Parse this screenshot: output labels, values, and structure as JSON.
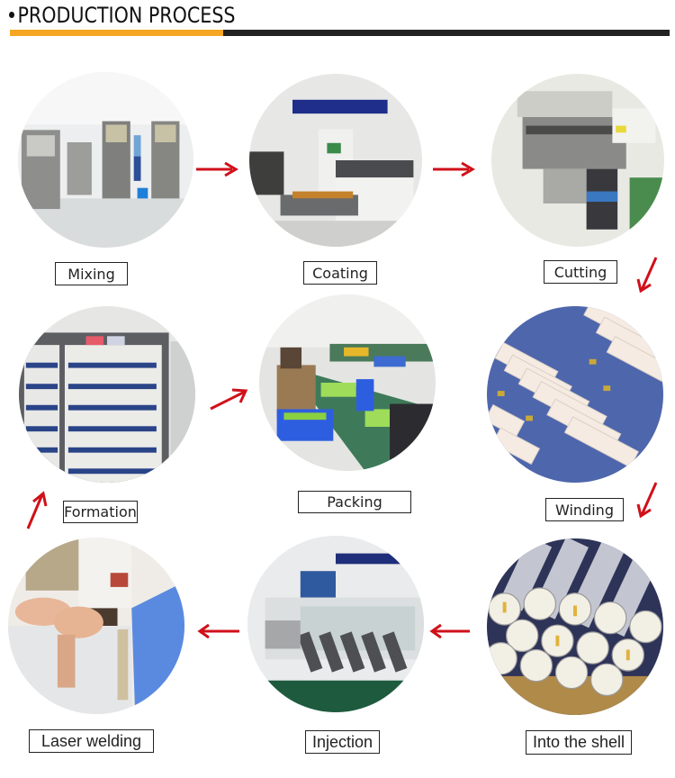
{
  "header": {
    "title": "PRODUCTION PROCESS",
    "bullet_icon": "bullet-dot-icon",
    "underline_colors": {
      "accent": "#f5a623",
      "dark": "#222222"
    }
  },
  "steps": [
    {
      "order": 1,
      "label": "Mixing",
      "image": "mixing-machines-photo"
    },
    {
      "order": 2,
      "label": "Coating",
      "image": "coating-line-photo"
    },
    {
      "order": 3,
      "label": "Cutting",
      "image": "cutting-machine-photo"
    },
    {
      "order": 4,
      "label": "Winding",
      "image": "wound-cells-photo"
    },
    {
      "order": 5,
      "label": "Packing",
      "image": "packing-line-photo"
    },
    {
      "order": 6,
      "label": "Formation",
      "image": "formation-cabinet-photo"
    },
    {
      "order": 7,
      "label": "Laser welding",
      "image": "laser-welding-photo"
    },
    {
      "order": 8,
      "label": "Injection",
      "image": "glovebox-injection-photo"
    },
    {
      "order": 9,
      "label": "Into the shell",
      "image": "cell-shells-photo"
    }
  ],
  "arrow_color": "#d0101a",
  "arrows": [
    {
      "from": "Mixing",
      "to": "Coating",
      "direction": "right"
    },
    {
      "from": "Coating",
      "to": "Cutting",
      "direction": "right"
    },
    {
      "from": "Cutting",
      "to": "Winding",
      "direction": "down-left"
    },
    {
      "from": "Winding",
      "to": "Into the shell",
      "direction": "down-left"
    },
    {
      "from": "Into the shell",
      "to": "Injection",
      "direction": "left"
    },
    {
      "from": "Injection",
      "to": "Laser welding",
      "direction": "left"
    },
    {
      "from": "Laser welding",
      "to": "Formation",
      "direction": "up-right"
    },
    {
      "from": "Formation",
      "to": "Packing",
      "direction": "up-right"
    }
  ]
}
